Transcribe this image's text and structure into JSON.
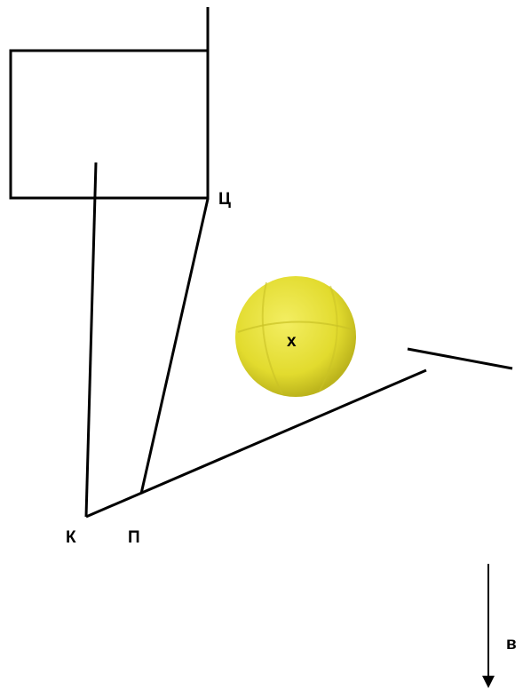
{
  "labels": {
    "ts": "Ц",
    "k": "К",
    "p": "П",
    "x": "x",
    "v": "в"
  },
  "colors": {
    "line": "#000000",
    "ball": "#e8e23a",
    "ball_shadow": "#b9b21a",
    "background": "#ffffff"
  }
}
